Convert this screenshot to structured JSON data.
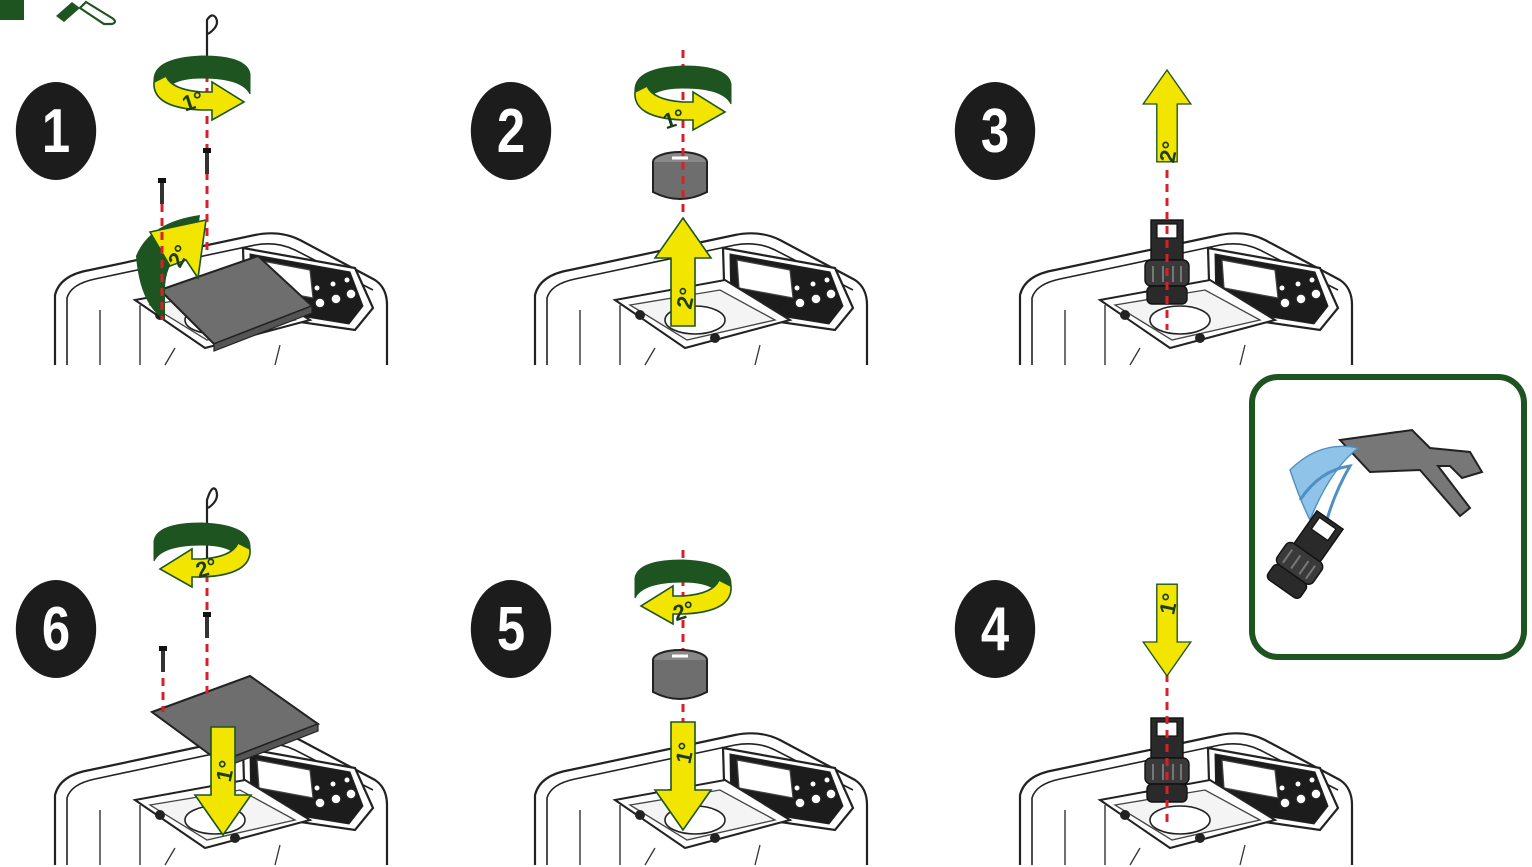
{
  "steps": [
    {
      "number": "1",
      "arrow_labels": [
        "1°",
        "2°"
      ]
    },
    {
      "number": "2",
      "arrow_labels": [
        "1°",
        "2°"
      ]
    },
    {
      "number": "3",
      "arrow_labels": [
        "2°"
      ]
    },
    {
      "number": "4",
      "arrow_labels": [
        "1°"
      ]
    },
    {
      "number": "5",
      "arrow_labels": [
        "2°",
        "1°"
      ]
    },
    {
      "number": "6",
      "arrow_labels": [
        "2°",
        "1°"
      ]
    }
  ],
  "icons": [
    "green-square-icon",
    "tool-icon",
    "spray-nozzle-icon",
    "filter-cartridge-icon"
  ],
  "colors": {
    "accent_green": "#1e5420",
    "arrow_yellow": "#f2e600",
    "badge": "#1c1c1c",
    "guide_red": "#d8202a",
    "panel_gray": "#6e6e6e"
  }
}
